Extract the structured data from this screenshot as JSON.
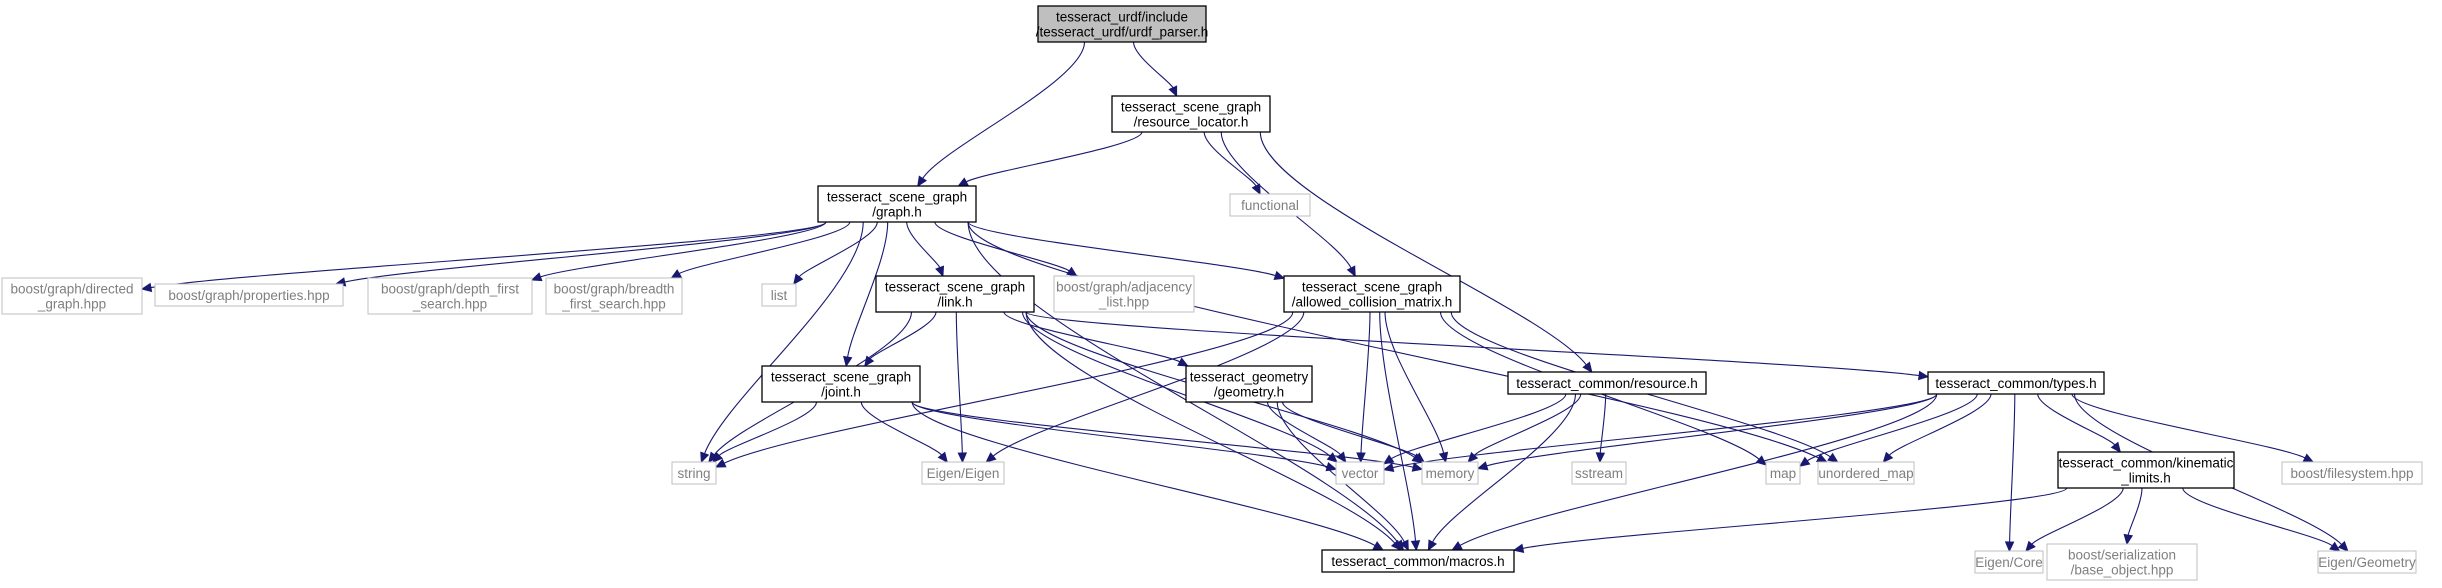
{
  "diagram": {
    "type": "include-dependency-graph",
    "colors": {
      "edge": "#191970",
      "root_fill": "#bfbfbf",
      "documented_border": "#000000",
      "external_border": "#bfbfbf",
      "external_text": "#7f7f7f"
    },
    "nodes": [
      {
        "id": "urdf_parser",
        "lines": [
          "tesseract_urdf/include",
          "/tesseract_urdf/urdf_parser.h"
        ],
        "kind": "root"
      },
      {
        "id": "resource_locator",
        "lines": [
          "tesseract_scene_graph",
          "/resource_locator.h"
        ],
        "kind": "documented"
      },
      {
        "id": "graph",
        "lines": [
          "tesseract_scene_graph",
          "/graph.h"
        ],
        "kind": "documented"
      },
      {
        "id": "functional",
        "lines": [
          "functional"
        ],
        "kind": "external"
      },
      {
        "id": "directed_graph",
        "lines": [
          "boost/graph/directed",
          "_graph.hpp"
        ],
        "kind": "external"
      },
      {
        "id": "properties",
        "lines": [
          "boost/graph/properties.hpp"
        ],
        "kind": "external"
      },
      {
        "id": "depth_first",
        "lines": [
          "boost/graph/depth_first",
          "_search.hpp"
        ],
        "kind": "external"
      },
      {
        "id": "breadth_first",
        "lines": [
          "boost/graph/breadth",
          "_first_search.hpp"
        ],
        "kind": "external"
      },
      {
        "id": "list",
        "lines": [
          "list"
        ],
        "kind": "external"
      },
      {
        "id": "link",
        "lines": [
          "tesseract_scene_graph",
          "/link.h"
        ],
        "kind": "documented"
      },
      {
        "id": "adjacency",
        "lines": [
          "boost/graph/adjacency",
          "_list.hpp"
        ],
        "kind": "external"
      },
      {
        "id": "acm",
        "lines": [
          "tesseract_scene_graph",
          "/allowed_collision_matrix.h"
        ],
        "kind": "documented"
      },
      {
        "id": "joint",
        "lines": [
          "tesseract_scene_graph",
          "/joint.h"
        ],
        "kind": "documented"
      },
      {
        "id": "geometry",
        "lines": [
          "tesseract_geometry",
          "/geometry.h"
        ],
        "kind": "documented"
      },
      {
        "id": "resource",
        "lines": [
          "tesseract_common/resource.h"
        ],
        "kind": "documented"
      },
      {
        "id": "types",
        "lines": [
          "tesseract_common/types.h"
        ],
        "kind": "documented"
      },
      {
        "id": "string",
        "lines": [
          "string"
        ],
        "kind": "external"
      },
      {
        "id": "eigen",
        "lines": [
          "Eigen/Eigen"
        ],
        "kind": "external"
      },
      {
        "id": "vector",
        "lines": [
          "vector"
        ],
        "kind": "external"
      },
      {
        "id": "memory",
        "lines": [
          "memory"
        ],
        "kind": "external"
      },
      {
        "id": "sstream",
        "lines": [
          "sstream"
        ],
        "kind": "external"
      },
      {
        "id": "map",
        "lines": [
          "map"
        ],
        "kind": "external"
      },
      {
        "id": "unordered_map",
        "lines": [
          "unordered_map"
        ],
        "kind": "external"
      },
      {
        "id": "kinematic_limits",
        "lines": [
          "tesseract_common/kinematic",
          "_limits.h"
        ],
        "kind": "documented"
      },
      {
        "id": "filesystem",
        "lines": [
          "boost/filesystem.hpp"
        ],
        "kind": "external"
      },
      {
        "id": "macros",
        "lines": [
          "tesseract_common/macros.h"
        ],
        "kind": "documented"
      },
      {
        "id": "eigen_core",
        "lines": [
          "Eigen/Core"
        ],
        "kind": "external"
      },
      {
        "id": "base_object",
        "lines": [
          "boost/serialization",
          "/base_object.hpp"
        ],
        "kind": "external"
      },
      {
        "id": "eigen_geometry",
        "lines": [
          "Eigen/Geometry"
        ],
        "kind": "external"
      }
    ],
    "edges": [
      {
        "from": "urdf_parser",
        "to": "graph"
      },
      {
        "from": "urdf_parser",
        "to": "resource_locator"
      },
      {
        "from": "resource_locator",
        "to": "graph"
      },
      {
        "from": "resource_locator",
        "to": "functional"
      },
      {
        "from": "resource_locator",
        "to": "acm"
      },
      {
        "from": "resource_locator",
        "to": "resource"
      },
      {
        "from": "graph",
        "to": "directed_graph"
      },
      {
        "from": "graph",
        "to": "properties"
      },
      {
        "from": "graph",
        "to": "depth_first"
      },
      {
        "from": "graph",
        "to": "breadth_first"
      },
      {
        "from": "graph",
        "to": "list"
      },
      {
        "from": "graph",
        "to": "link"
      },
      {
        "from": "graph",
        "to": "adjacency"
      },
      {
        "from": "graph",
        "to": "acm"
      },
      {
        "from": "graph",
        "to": "string"
      },
      {
        "from": "graph",
        "to": "joint"
      },
      {
        "from": "graph",
        "to": "unordered_map"
      },
      {
        "from": "graph",
        "to": "macros"
      },
      {
        "from": "link",
        "to": "string"
      },
      {
        "from": "link",
        "to": "joint"
      },
      {
        "from": "link",
        "to": "eigen"
      },
      {
        "from": "link",
        "to": "geometry"
      },
      {
        "from": "link",
        "to": "vector"
      },
      {
        "from": "link",
        "to": "memory"
      },
      {
        "from": "link",
        "to": "macros"
      },
      {
        "from": "link",
        "to": "types"
      },
      {
        "from": "acm",
        "to": "string"
      },
      {
        "from": "acm",
        "to": "eigen"
      },
      {
        "from": "acm",
        "to": "vector"
      },
      {
        "from": "acm",
        "to": "memory"
      },
      {
        "from": "acm",
        "to": "map"
      },
      {
        "from": "acm",
        "to": "unordered_map"
      },
      {
        "from": "acm",
        "to": "macros"
      },
      {
        "from": "joint",
        "to": "string"
      },
      {
        "from": "joint",
        "to": "eigen"
      },
      {
        "from": "joint",
        "to": "vector"
      },
      {
        "from": "joint",
        "to": "memory"
      },
      {
        "from": "joint",
        "to": "macros"
      },
      {
        "from": "geometry",
        "to": "vector"
      },
      {
        "from": "geometry",
        "to": "memory"
      },
      {
        "from": "geometry",
        "to": "macros"
      },
      {
        "from": "resource",
        "to": "vector"
      },
      {
        "from": "resource",
        "to": "memory"
      },
      {
        "from": "resource",
        "to": "sstream"
      },
      {
        "from": "resource",
        "to": "macros"
      },
      {
        "from": "types",
        "to": "vector"
      },
      {
        "from": "types",
        "to": "memory"
      },
      {
        "from": "types",
        "to": "map"
      },
      {
        "from": "types",
        "to": "unordered_map"
      },
      {
        "from": "types",
        "to": "kinematic_limits"
      },
      {
        "from": "types",
        "to": "filesystem"
      },
      {
        "from": "types",
        "to": "macros"
      },
      {
        "from": "types",
        "to": "eigen_core"
      },
      {
        "from": "types",
        "to": "eigen_geometry"
      },
      {
        "from": "kinematic_limits",
        "to": "macros"
      },
      {
        "from": "kinematic_limits",
        "to": "eigen_core"
      },
      {
        "from": "kinematic_limits",
        "to": "base_object"
      },
      {
        "from": "kinematic_limits",
        "to": "eigen_geometry"
      }
    ]
  }
}
